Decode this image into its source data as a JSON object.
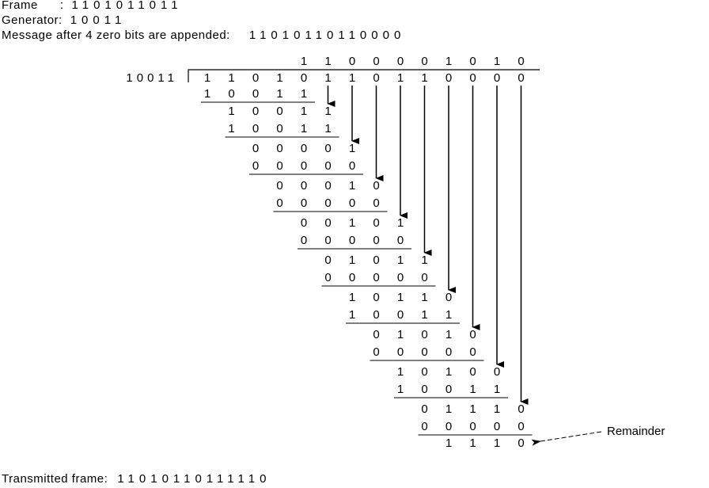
{
  "header": {
    "frame_label": "Frame      :",
    "frame_value": "1101011011",
    "generator_label": "Generator:",
    "generator_value": "10011",
    "message_label": "Message after 4 zero bits are appended:",
    "message_value": "11010110110000"
  },
  "division": {
    "divisor": "10011",
    "dividend": "11010110110000",
    "quotient": "1100001010",
    "steps": [
      {
        "top": "",
        "sub": "10011"
      },
      {
        "top": "10011",
        "sub": "10011"
      },
      {
        "top": "00001",
        "sub": "00000"
      },
      {
        "top": "00010",
        "sub": "00000"
      },
      {
        "top": "00101",
        "sub": "00000"
      },
      {
        "top": "01011",
        "sub": "00000"
      },
      {
        "top": "10110",
        "sub": "10011"
      },
      {
        "top": "01010",
        "sub": "00000"
      },
      {
        "top": "10100",
        "sub": "10011"
      },
      {
        "top": "01110",
        "sub": "00000"
      }
    ],
    "remainder": "1110",
    "remainder_label": "Remainder"
  },
  "footer": {
    "transmitted_label": "Transmitted frame:",
    "transmitted_value": "11010110111110"
  }
}
